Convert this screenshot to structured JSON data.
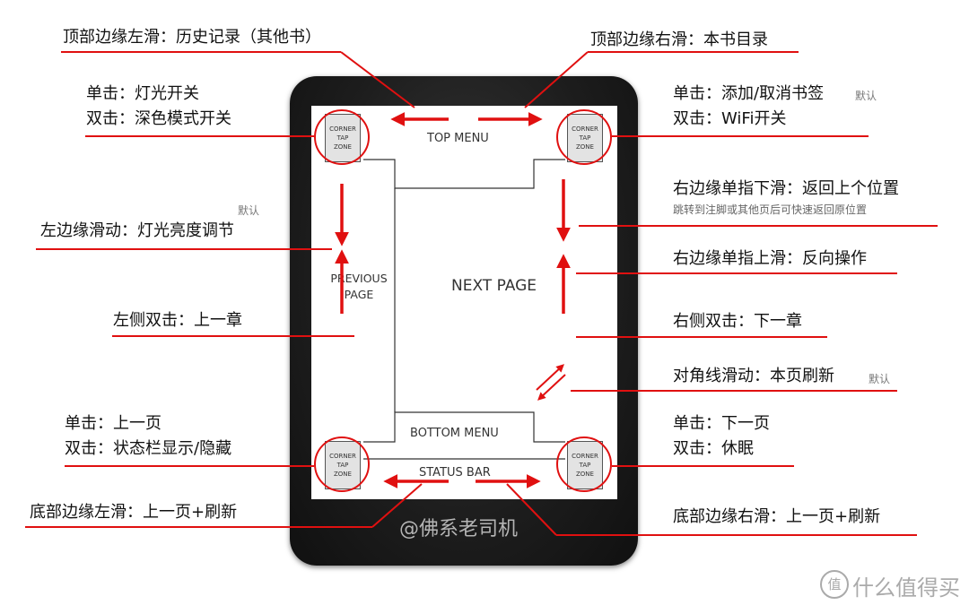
{
  "device": {
    "corner_zone": "CORNER\nTAP\nZONE",
    "top_menu": "TOP MENU",
    "previous_page": "PREVIOUS\nPAGE",
    "next_page": "NEXT PAGE",
    "bottom_menu": "BOTTOM MENU",
    "status_bar": "STATUS BAR",
    "watermark": "@佛系老司机"
  },
  "annotations": {
    "top_edge_left": "顶部边缘左滑：历史记录（其他书）",
    "top_edge_right": "顶部边缘右滑：本书目录",
    "tl_tap": "单击：灯光开关",
    "tl_double": "双击：深色模式开关",
    "tr_tap": "单击：添加/取消书签",
    "tr_tap_tag": "默认",
    "tr_double": "双击：WiFi开关",
    "left_slide_tag": "默认",
    "left_slide": "左边缘滑动：灯光亮度调节",
    "left_double": "左侧双击：上一章",
    "right_down": "右边缘单指下滑：返回上个位置",
    "right_down_sub": "跳转到注脚或其他页后可快速返回原位置",
    "right_up": "右边缘单指上滑：反向操作",
    "right_double": "右侧双击：下一章",
    "diagonal": "对角线滑动：本页刷新",
    "diagonal_tag": "默认",
    "bl_tap": "单击：上一页",
    "bl_double": "双击：状态栏显示/隐藏",
    "br_tap": "单击：下一页",
    "br_double": "双击：休眠",
    "bottom_edge_left": "底部边缘左滑：上一页+刷新",
    "bottom_edge_right": "底部边缘右滑：上一页+刷新"
  },
  "brand": {
    "name": "什么值得买",
    "logo_glyph": "值"
  },
  "colors": {
    "accent": "#e01010",
    "device": "#1d1d1d",
    "zone_fill": "#e3e3e3"
  }
}
